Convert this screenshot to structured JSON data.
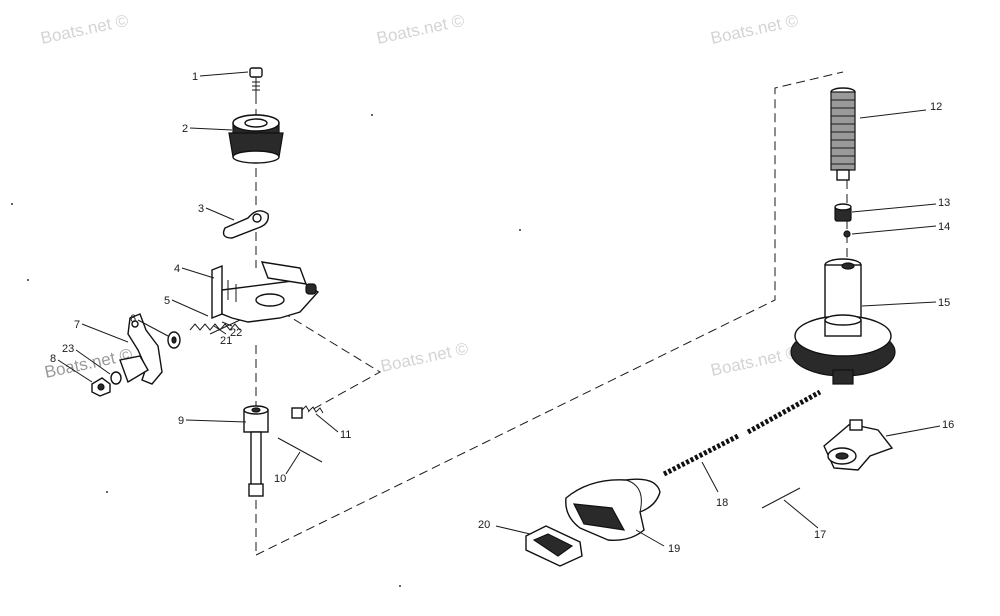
{
  "watermark": {
    "text_top_left": "Boats.net ©",
    "text_top_mid": "Boats.net ©",
    "text_top_right": "Boats.net ©",
    "text_mid_left": "Boats.net ©",
    "text_mid": "Boats.net ©",
    "text_mid_right": "Boats.net ©"
  },
  "labels": {
    "p1": "1",
    "p2": "2",
    "p3": "3",
    "p4": "4",
    "p5": "5",
    "p6": "6",
    "p7": "7",
    "p8": "8",
    "p9": "9",
    "p10": "10",
    "p11": "11",
    "p12": "12",
    "p13": "13",
    "p14": "14",
    "p15": "15",
    "p16": "16",
    "p17": "17",
    "p18": "18",
    "p19": "19",
    "p20": "20",
    "p21": "21",
    "p22": "22",
    "p23": "23"
  }
}
